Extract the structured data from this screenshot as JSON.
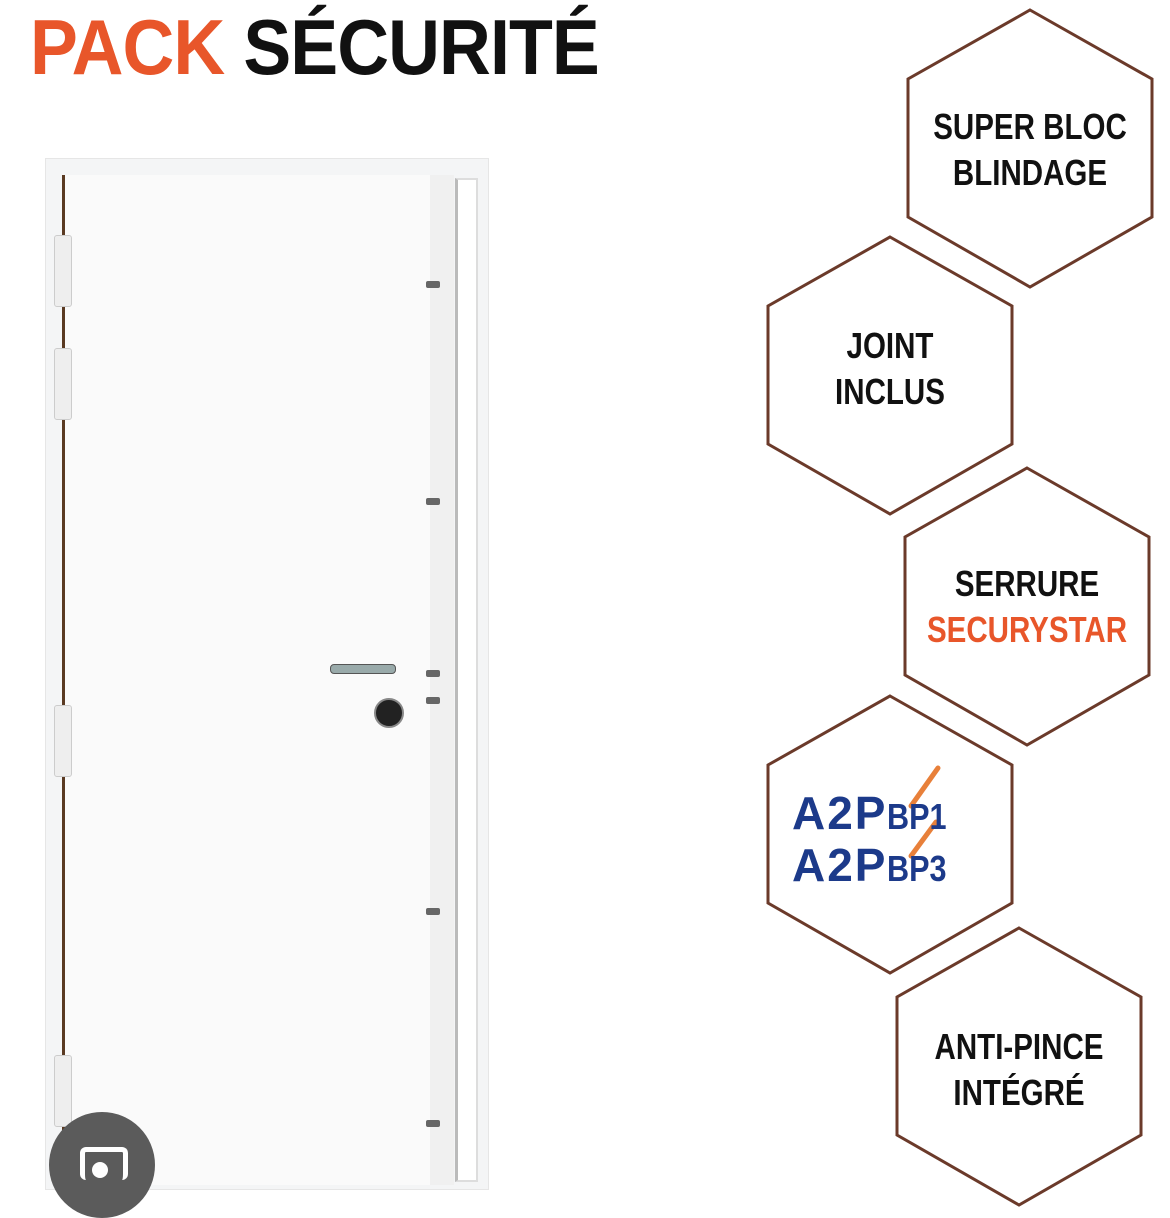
{
  "title": {
    "part1": "PACK",
    "part2": "SÉCURITÉ"
  },
  "colors": {
    "accent": "#e8562a",
    "hex_stroke": "#6b3a2a",
    "logo_blue": "#1c3a8a"
  },
  "features": [
    {
      "line1": "SUPER BLOC",
      "line2": "BLINDAGE"
    },
    {
      "line1": "JOINT",
      "line2": "INCLUS"
    },
    {
      "line1": "SERRURE",
      "line2": "SECURYSTAR"
    },
    {
      "logo": "A2P",
      "line1": "BP1",
      "line2": "BP3"
    },
    {
      "line1": "ANTI-PINCE",
      "line2": "INTÉGRÉ"
    }
  ],
  "lens_button": {
    "icon": "camera-icon"
  }
}
